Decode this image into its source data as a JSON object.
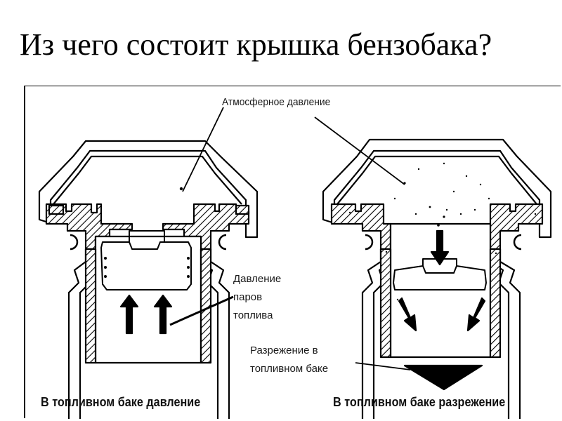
{
  "slide": {
    "title": "Из чего состоит крышка бензобака?"
  },
  "figure": {
    "labels": {
      "atmospheric": "Атмосферное давление",
      "vapor_line1": "Давление",
      "vapor_line2": "паров",
      "vapor_line3": "топлива",
      "vacuum_line1": "Разрежение в",
      "vacuum_line2": "топливном баке"
    },
    "captions": {
      "left": "В топливном баке давление",
      "right": "В топливном баке разрежение"
    }
  }
}
